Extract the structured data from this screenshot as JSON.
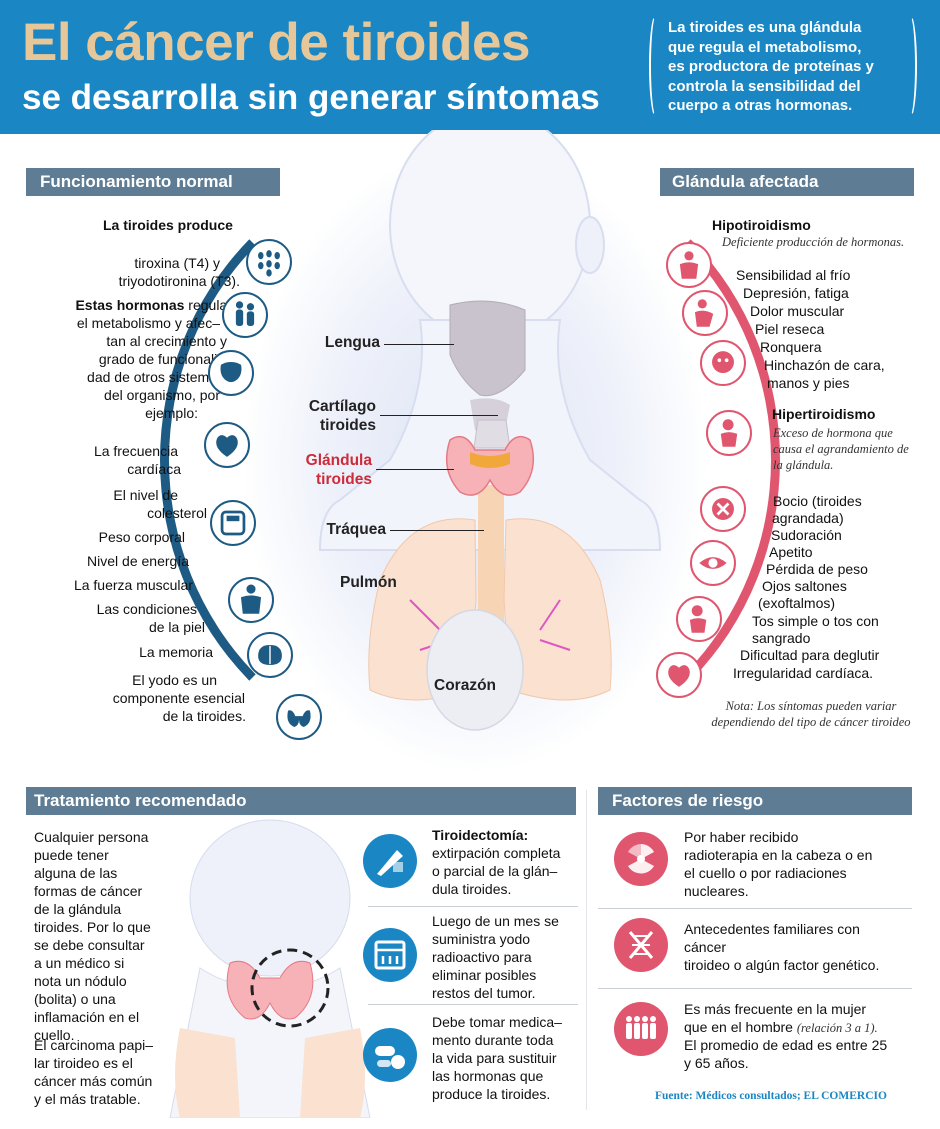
{
  "header": {
    "title_line1": "El cáncer de tiroides",
    "title_line2": "se desarrolla sin generar síntomas",
    "intro_lines": [
      "La tiroides es una glándula",
      "que regula el metabolismo,",
      "es productora de proteínas y",
      "controla la sensibilidad del",
      "cuerpo a otras hormonas."
    ]
  },
  "normal": {
    "heading": "Funcionamiento normal",
    "produce_title": "La tiroides produce",
    "hormones": [
      "tiroxina (T4) y",
      "triyodotironina (T3)."
    ],
    "regulate_bold": "Estas hormonas",
    "regulate_lines": [
      "regulan",
      "el metabolismo  y afec–",
      "tan al crecimiento y",
      "grado de funcionali–",
      "dad de otros sistemas",
      "del organismo,  por",
      "ejemplo:"
    ],
    "examples": [
      "La frecuencia",
      "cardíaca",
      "El nivel de",
      "colesterol",
      "Peso corporal",
      "Nivel de energía",
      "La fuerza muscular",
      "Las condiciones",
      "de la piel",
      "La memoria"
    ],
    "iodine_lines": [
      "El yodo es un",
      "componente esencial",
      "de la tiroides."
    ]
  },
  "affected": {
    "heading": "Glándula afectada",
    "hypo_title": "Hipotiroidismo",
    "hypo_desc": "Deficiente producción de hormonas.",
    "hypo_symptoms": [
      "Sensibilidad al frío",
      "Depresión, fatiga",
      "Dolor muscular",
      "Piel reseca",
      "Ronquera",
      "Hinchazón de cara,",
      "manos y pies"
    ],
    "hyper_title": "Hipertiroidismo",
    "hyper_desc": [
      "Exceso de hormona que",
      "causa el agrandamiento de",
      "la glándula."
    ],
    "hyper_symptoms": [
      "Bocio (tiroides",
      "agrandada)",
      "Sudoración",
      "Apetito",
      "Pérdida de peso",
      "Ojos saltones",
      "(exoftalmos)",
      "Tos simple o tos con",
      "sangrado",
      "Dificultad para deglutir",
      "Irregularidad cardíaca."
    ],
    "note": [
      "Nota: Los síntomas pueden variar",
      "dependiendo del tipo de cáncer tiroideo"
    ]
  },
  "anatomy": {
    "lengua": "Lengua",
    "cartilago": [
      "Cartílago",
      "tiroides"
    ],
    "glandula": [
      "Glándula",
      "tiroides"
    ],
    "traquea": "Tráquea",
    "pulmon": "Pulmón",
    "corazon": "Corazón"
  },
  "treatment": {
    "heading": "Tratamiento recomendado",
    "intro_lines": [
      "Cualquier persona",
      "puede tener",
      "alguna de las",
      "formas de cáncer",
      "de la glándula",
      "tiroides. Por lo que",
      "se debe consultar",
      "a un médico si",
      "nota un nódulo",
      "(bolita) o una",
      "inflamación en el",
      "cuello."
    ],
    "carcinoma_lines": [
      "El carcinoma papi–",
      "lar tiroideo es el",
      "cáncer más común",
      "y el más tratable."
    ],
    "items": [
      {
        "title": "Tiroidectomía:",
        "lines": [
          "extirpación completa",
          "o parcial de la glán–",
          "dula tiroides."
        ]
      },
      {
        "title": "",
        "lines": [
          "Luego de un mes se",
          "suministra yodo",
          "radioactivo para",
          "eliminar posibles",
          "restos del tumor."
        ]
      },
      {
        "title": "",
        "lines": [
          "Debe tomar medica–",
          "mento durante toda",
          "la vida para sustituir",
          "las hormonas que",
          "produce la tiroides."
        ]
      }
    ]
  },
  "risk": {
    "heading": "Factores de riesgo",
    "items": [
      {
        "lines": [
          "Por haber recibido",
          "radioterapia en la cabeza o en",
          "el cuello o por radiaciones",
          "nucleares."
        ]
      },
      {
        "lines": [
          "Antecedentes familiares con",
          "cáncer",
          "tiroideo o algún factor genético."
        ]
      },
      {
        "line1": "Es más frecuente en la mujer",
        "line2": "que en el hombre",
        "ratio": "(relación 3 a 1).",
        "line3": "El promedio de edad es entre 25",
        "line4": "y 65 años."
      }
    ]
  },
  "source": "Fuente: Médicos consultados; EL COMERCIO",
  "colors": {
    "header_blue": "#1a87c4",
    "title_gold": "#e6c79a",
    "bar_gray": "#5e7d94",
    "arc_blue": "#1e5b84",
    "arc_red": "#e0566f",
    "gland_red": "#cc2b3a"
  }
}
